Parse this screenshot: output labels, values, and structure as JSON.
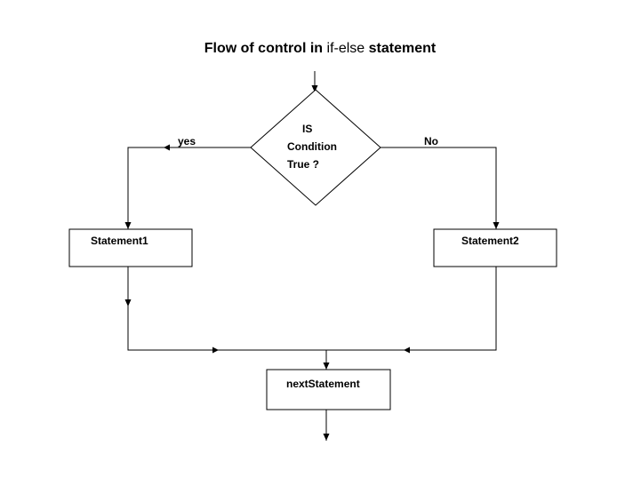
{
  "title": {
    "part1": "Flow of control in",
    "part2": "if-else",
    "part3": "statement"
  },
  "decision": {
    "line1": "IS",
    "line2": "Condition",
    "line3": "True ?"
  },
  "branches": {
    "yes_label": "yes",
    "no_label": "No"
  },
  "boxes": {
    "statement1": "Statement1",
    "statement2": "Statement2",
    "next": "nextStatement"
  }
}
